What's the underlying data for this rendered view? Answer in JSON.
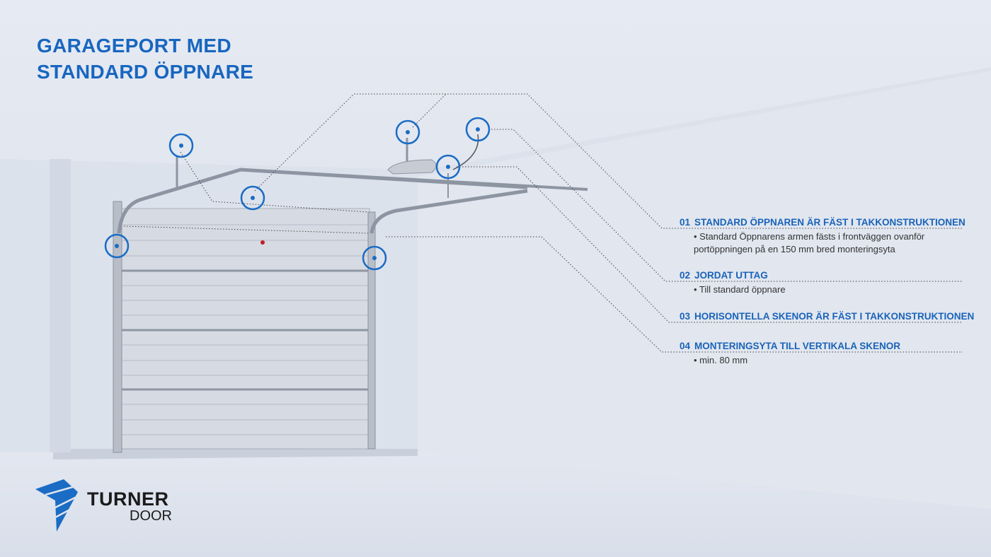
{
  "title": {
    "line1": "GARAGEPORT MED",
    "line2": "STANDARD ÖPPNARE"
  },
  "items": [
    {
      "number": "01",
      "heading": "STANDARD ÖPPNAREN ÄR FÄST I TAKKONSTRUKTIONEN",
      "detail": "• Standard Öppnarens armen fästs i frontväggen ovanför portöppningen på en 150 mm bred monteringsyta"
    },
    {
      "number": "02",
      "heading": "JORDAT UTTAG",
      "detail": "• Till standard öppnare"
    },
    {
      "number": "03",
      "heading": "HORISONTELLA SKENOR ÄR FÄST I TAKKONSTRUKTIONEN",
      "detail": ""
    },
    {
      "number": "04",
      "heading": "MONTERINGSYTA TILL VERTIKALA SKENOR",
      "detail": "• min. 80 mm"
    }
  ],
  "logo": {
    "line1": "TURNER",
    "line2": "DOOR"
  },
  "colors": {
    "accent": "#1866c0",
    "background": "#dfe4ee"
  }
}
